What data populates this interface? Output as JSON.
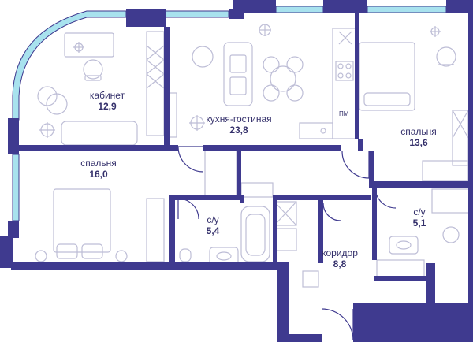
{
  "colors": {
    "wall": "#3f3a8f",
    "furniture_line": "#bdbdd6",
    "window": "#a8e2ee",
    "text": "#34306b"
  },
  "rooms": [
    {
      "key": "cabinet",
      "name": "кабинет",
      "area": "12,9"
    },
    {
      "key": "kitchen",
      "name": "кухня-гостиная",
      "area": "23,8"
    },
    {
      "key": "bedroom1",
      "name": "спальня",
      "area": "13,6"
    },
    {
      "key": "bedroom2",
      "name": "спальня",
      "area": "16,0"
    },
    {
      "key": "bath1",
      "name": "с/у",
      "area": "5,4"
    },
    {
      "key": "bath2",
      "name": "с/у",
      "area": "5,1"
    },
    {
      "key": "corridor",
      "name": "коридор",
      "area": "8,8"
    }
  ],
  "appliance_tag": "ПМ"
}
